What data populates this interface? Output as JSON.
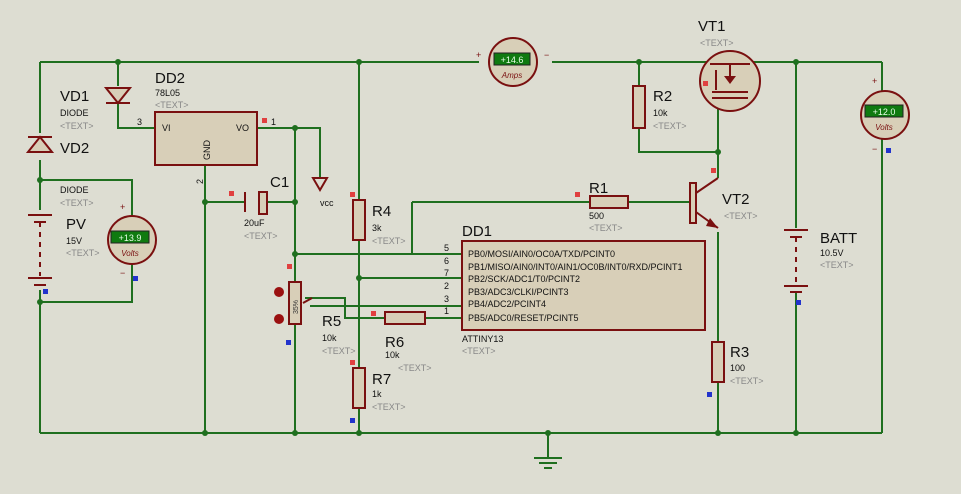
{
  "components": {
    "DD2": {
      "ref": "DD2",
      "value": "78L05",
      "text": "<TEXT>",
      "pin_vi": "VI",
      "pin_vo": "VO",
      "pin_gnd": "GND",
      "n3": "3",
      "n1": "1",
      "n2": "2"
    },
    "VD1": {
      "ref": "VD1",
      "value": "DIODE",
      "text": "<TEXT>"
    },
    "VD2": {
      "ref": "VD2",
      "value": "DIODE",
      "text": "<TEXT>"
    },
    "PV": {
      "ref": "PV",
      "value": "15V",
      "text": "<TEXT>"
    },
    "C1": {
      "ref": "C1",
      "value": "20uF",
      "text": "<TEXT>"
    },
    "R4": {
      "ref": "R4",
      "value": "3k",
      "text": "<TEXT>"
    },
    "R5": {
      "ref": "R5",
      "value": "10k",
      "text": "<TEXT>",
      "pct": "35%"
    },
    "R6": {
      "ref": "R6",
      "value": "10k",
      "text": "<TEXT>"
    },
    "R7": {
      "ref": "R7",
      "value": "1k",
      "text": "<TEXT>"
    },
    "R1": {
      "ref": "R1",
      "value": "500",
      "text": "<TEXT>"
    },
    "R2": {
      "ref": "R2",
      "value": "10k",
      "text": "<TEXT>"
    },
    "R3": {
      "ref": "R3",
      "value": "100",
      "text": "<TEXT>"
    },
    "VT1": {
      "ref": "VT1",
      "text": "<TEXT>"
    },
    "VT2": {
      "ref": "VT2",
      "text": "<TEXT>"
    },
    "BATT": {
      "ref": "BATT",
      "value": "10.5V",
      "text": "<TEXT>"
    },
    "DD1": {
      "ref": "DD1",
      "value": "ATTINY13",
      "text": "<TEXT>",
      "pins": [
        {
          "num": "5",
          "label": "PB0/MOSI/AIN0/OC0A/TXD/PCINT0"
        },
        {
          "num": "6",
          "label": "PB1/MISO/AIN0/INT0/AIN1/OC0B/INT0/RXD/PCINT1"
        },
        {
          "num": "7",
          "label": "PB2/SCK/ADC1/T0/PCINT2"
        },
        {
          "num": "2",
          "label": "PB3/ADC3/CLKI/PCINT3"
        },
        {
          "num": "3",
          "label": "PB4/ADC2/PCINT4"
        },
        {
          "num": "1",
          "label": "PB5/ADC0/RESET/PCINT5"
        }
      ]
    },
    "vcc": "vcc"
  },
  "meters": {
    "amps": {
      "reading": "+14.6",
      "unit": "Amps",
      "plus": "+",
      "minus": "−"
    },
    "volts_pv": {
      "reading": "+13.9",
      "unit": "Volts",
      "plus": "+",
      "minus": "−"
    },
    "volts_batt": {
      "reading": "+12.0",
      "unit": "Volts",
      "plus": "+",
      "minus": "−"
    }
  },
  "colors": {
    "wire": "#1f6f1f",
    "component": "#7a1010",
    "meter_display": "#0f7a10",
    "background": "#ddddd2"
  }
}
